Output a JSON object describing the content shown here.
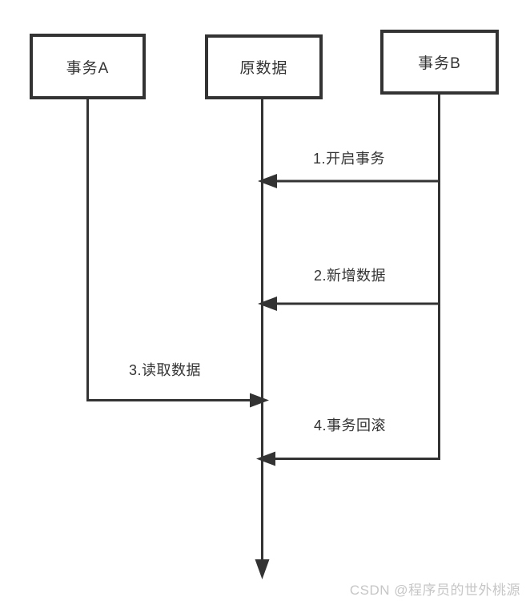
{
  "diagram": {
    "title": "transaction-dirty-read-sequence",
    "colors": {
      "line": "#333333",
      "text": "#333333",
      "background": "#ffffff",
      "watermark": "#c6c6c6"
    },
    "actors": [
      {
        "id": "transaction-a",
        "label": "事务A"
      },
      {
        "id": "original-data",
        "label": "原数据"
      },
      {
        "id": "transaction-b",
        "label": "事务B"
      }
    ],
    "messages": [
      {
        "step": 1,
        "label": "1.开启事务",
        "from": "transaction-b",
        "to": "original-data"
      },
      {
        "step": 2,
        "label": "2.新增数据",
        "from": "transaction-b",
        "to": "original-data"
      },
      {
        "step": 3,
        "label": "3.读取数据",
        "from": "transaction-a",
        "to": "original-data"
      },
      {
        "step": 4,
        "label": "4.事务回滚",
        "from": "transaction-b",
        "to": "original-data"
      }
    ]
  },
  "watermark": {
    "text": "CSDN @程序员的世外桃源"
  }
}
